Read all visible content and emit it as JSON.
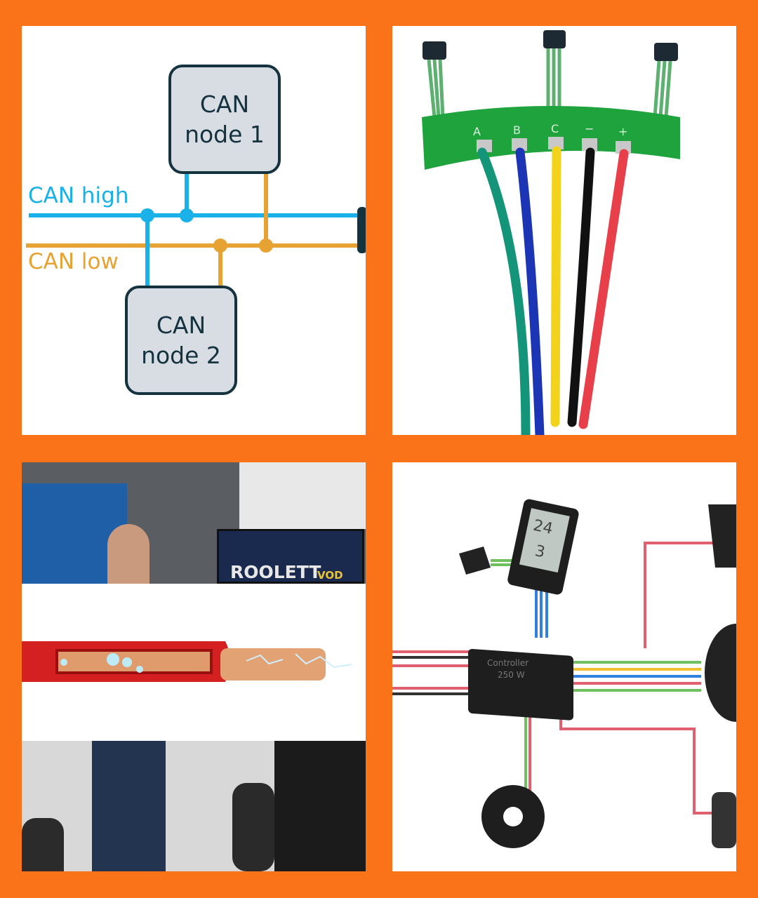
{
  "panels": {
    "can_diagram": {
      "node1": {
        "line1": "CAN",
        "line2": "node 1"
      },
      "node2": {
        "line1": "CAN",
        "line2": "node 2"
      },
      "high_label": "CAN high",
      "low_label": "CAN low",
      "colors": {
        "high": "#1AB0E8",
        "low": "#E6A233",
        "node_border": "#15323F",
        "node_fill": "#D8DDE3"
      }
    },
    "hall_sensor": {
      "pad_labels": [
        "A",
        "B",
        "C",
        "−",
        "+"
      ],
      "wire_colors": [
        "#14957A",
        "#1C35B5",
        "#F3D21C",
        "#111111",
        "#E8404A"
      ]
    },
    "video_still": {
      "sign_text": "ROOLETT",
      "sign_suffix": "VOD"
    },
    "ebike_wiring": {
      "controller_label": "Controller",
      "controller_power": "250 W",
      "display_reading_1": "24",
      "display_reading_2": "3"
    }
  },
  "background_color": "#FA7319"
}
